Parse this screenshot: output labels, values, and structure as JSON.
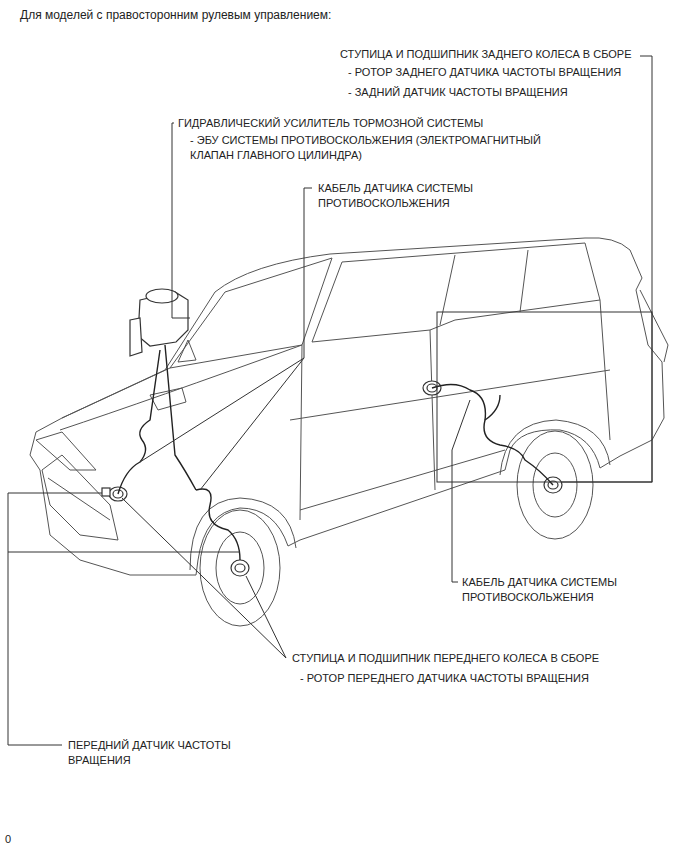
{
  "diagram": {
    "title": "Для моделей с правосторонним рулевым управлением:",
    "labels": [
      "СТУПИЦА И ПОДШИПНИК ЗАДНЕГО КОЛЕСА В СБОРЕ",
      "- РОТОР ЗАДНЕГО ДАТЧИКА ЧАСТОТЫ ВРАЩЕНИЯ",
      "- ЗАДНИЙ ДАТЧИК ЧАСТОТЫ ВРАЩЕНИЯ",
      "ГИДРАВЛИЧЕСКИЙ УСИЛИТЕЛЬ ТОРМОЗНОЙ СИСТЕМЫ",
      "- ЭБУ СИСТЕМЫ ПРОТИВОСКОЛЬЖЕНИЯ (ЭЛЕКТРОМАГНИТНЫЙ КЛАПАН ГЛАВНОГО ЦИЛИНДРА)",
      "КАБЕЛЬ ДАТЧИКА СИСТЕМЫ ПРОТИВОСКОЛЬЖЕНИЯ",
      "КАБЕЛЬ ДАТЧИКА СИСТЕМЫ ПРОТИВОСКОЛЬЖЕНИЯ",
      "СТУПИЦА И ПОДШИПНИК ПЕРЕДНЕГО КОЛЕСА В СБОРЕ",
      "- РОТОР ПЕРЕДНЕГО ДАТЧИКА ЧАСТОТЫ ВРАЩЕНИЯ",
      "ПЕРЕДНИЙ ДАТЧИК ЧАСТОТЫ ВРАЩЕНИЯ",
      "0"
    ]
  }
}
